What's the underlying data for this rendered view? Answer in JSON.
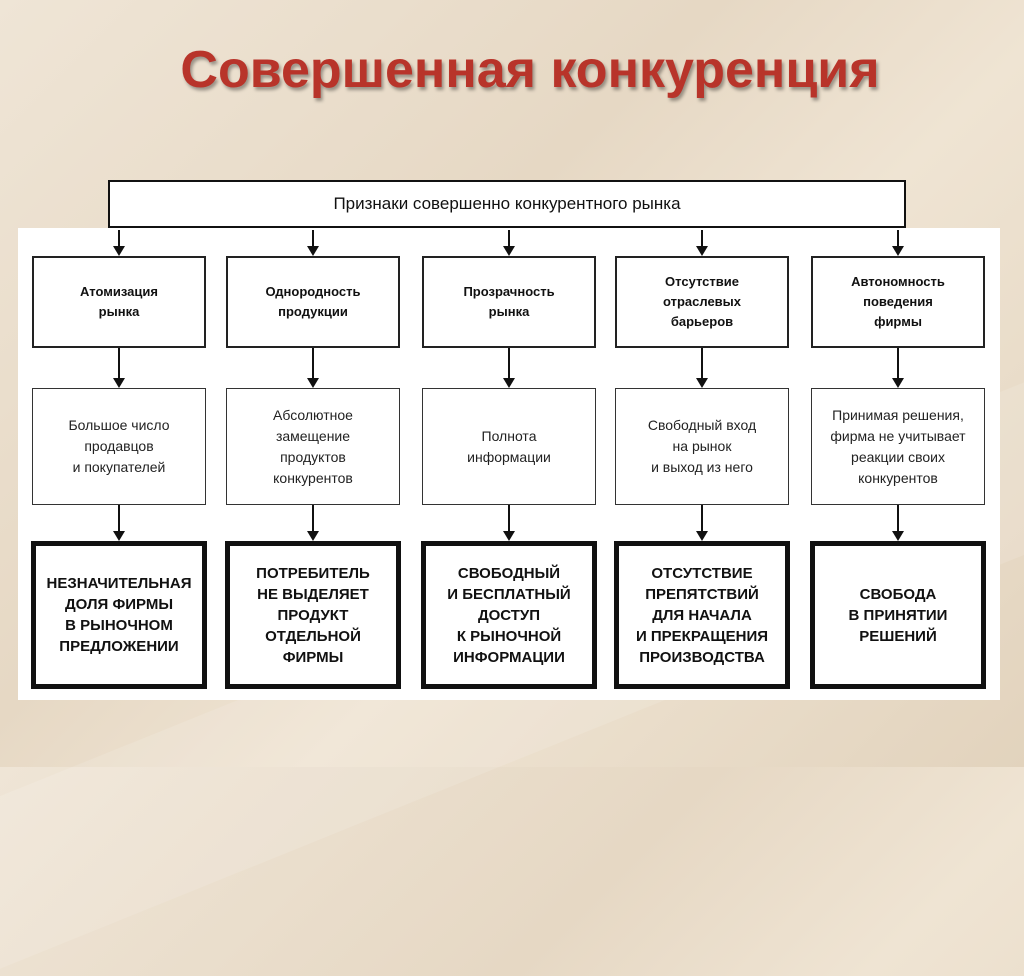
{
  "title": "Совершенная конкуренция",
  "header": "Признаки совершенно конкурентного рынка",
  "columns": [
    {
      "feature": "Атомизация\nрынка",
      "description": "Большое число\nпродавцов\nи покупателей",
      "result": "НЕЗНАЧИТЕЛЬНАЯ\nДОЛЯ ФИРМЫ\nВ РЫНОЧНОМ\nПРЕДЛОЖЕНИИ"
    },
    {
      "feature": "Однородность\nпродукции",
      "description": "Абсолютное\nзамещение\nпродуктов\nконкурентов",
      "result": "ПОТРЕБИТЕЛЬ\nНЕ ВЫДЕЛЯЕТ\nПРОДУКТ\nОТДЕЛЬНОЙ\nФИРМЫ"
    },
    {
      "feature": "Прозрачность\nрынка",
      "description": "Полнота\nинформации",
      "result": "СВОБОДНЫЙ\nИ БЕСПЛАТНЫЙ\nДОСТУП\nК РЫНОЧНОЙ\nИНФОРМАЦИИ"
    },
    {
      "feature": "Отсутствие\nотраслевых\nбарьеров",
      "description": "Свободный вход\nна рынок\nи выход из него",
      "result": "ОТСУТСТВИЕ\nПРЕПЯТСТВИЙ\nДЛЯ НАЧАЛА\nИ ПРЕКРАЩЕНИЯ\nПРОИЗВОДСТВА"
    },
    {
      "feature": "Автономность\nповедения\nфирмы",
      "description": "Принимая решения,\nфирма не учитывает\nреакции своих\nконкурентов",
      "result": "СВОБОДА\nВ ПРИНЯТИИ\nРЕШЕНИЙ"
    }
  ]
}
